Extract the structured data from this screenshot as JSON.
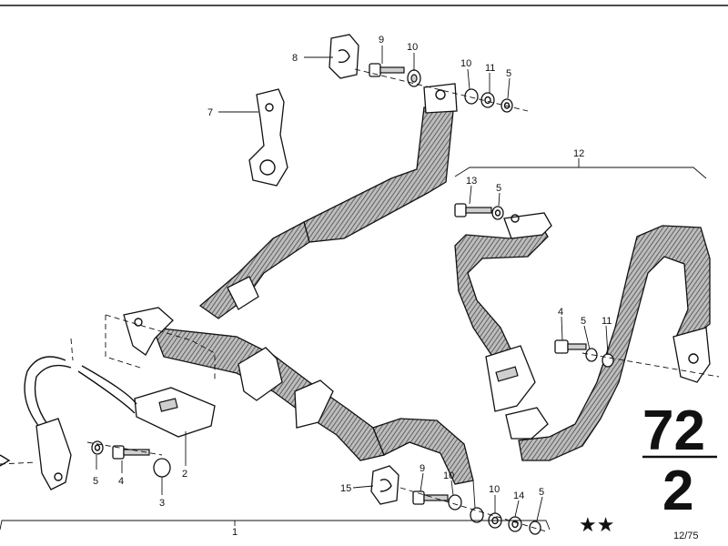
{
  "diagram": {
    "callouts": {
      "c1": "1",
      "c2": "2",
      "c3": "3",
      "c4a": "4",
      "c4b": "4",
      "c5a": "5",
      "c5b": "5",
      "c5c": "5",
      "c5d": "5",
      "c5e": "5",
      "c7": "7",
      "c8": "8",
      "c9a": "9",
      "c9b": "9",
      "c10a": "10",
      "c10b": "10",
      "c10c": "10",
      "c10d": "10",
      "c11a": "11",
      "c11b": "11",
      "c12": "12",
      "c13": "13",
      "c14": "14",
      "c15": "15"
    },
    "group_number": "72",
    "subgroup_number": "2",
    "stars": "★★",
    "date_code": "12/75"
  }
}
